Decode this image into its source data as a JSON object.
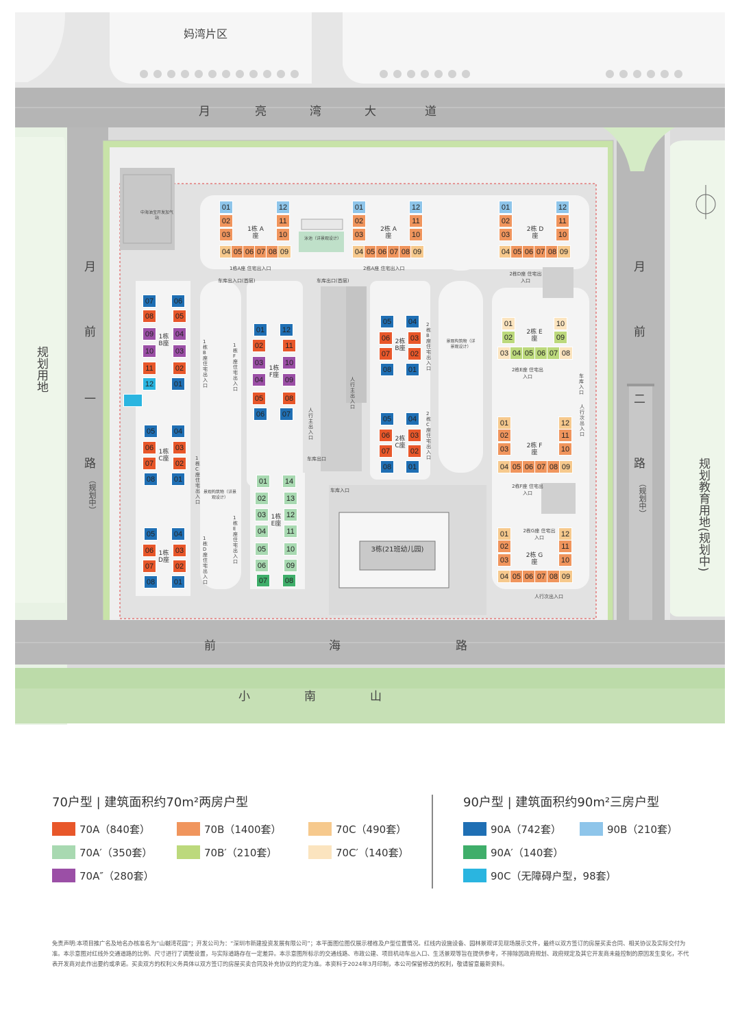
{
  "map": {
    "district_top": "妈湾片区",
    "road_top": [
      "月",
      "亮",
      "湾",
      "大",
      "道"
    ],
    "road_left": [
      "月",
      "前",
      "一",
      "路"
    ],
    "road_left_note": "（规划中）",
    "road_right": [
      "月",
      "前",
      "二",
      "路"
    ],
    "road_right_note": "（规划中）",
    "road_bottom": [
      "前",
      "海",
      "路"
    ],
    "hill_bottom": [
      "小",
      "南",
      "山"
    ],
    "left_land": "规划用地",
    "right_land": "规划教育用地(规划中)",
    "kindergarten": "3栋(21班幼儿园)",
    "gas_station": "中海油宝开发加气站",
    "pool": "泳池（详景观设计）",
    "public_space_1": "景观构筑物（详景观设计）",
    "public_space_2": "景观构筑物（详景观设计）",
    "entrances": {
      "a1": "1栋A座 住宅出入口",
      "a2": "2栋A座 住宅出入口",
      "d2": "2栋D座 住宅出入口",
      "e2": "2栋E座 住宅出入口",
      "f2": "2栋F座 住宅出入口",
      "g2": "2栋G座 住宅出入口",
      "car1": "车库出入口(首层)",
      "car2": "车库出口(首层)",
      "car3": "车库出口",
      "car4": "车库入口",
      "car5": "车库入口",
      "ped1": "人行主出入口",
      "ped2": "人行主出入口",
      "ped3": "人行次出入口",
      "ped4": "人行次出入口",
      "b1": "1栋B座 住宅出入口",
      "c1": "1栋C座 住宅出入口",
      "d1": "1栋D座 住宅出入口",
      "e1": "1栋E座 住宅出入口",
      "f1": "1栋F座 住宅出入口",
      "b2": "2栋B座 住宅出入口",
      "c2": "2栋C座 住宅出入口"
    },
    "buildings": {
      "a1": "1栋 A座",
      "a2": "2栋 A座",
      "d2": "2栋 D座",
      "b1": "1栋 B座",
      "c1": "1栋 C座",
      "d1": "1栋 D座",
      "f1": "1栋 F座",
      "e1": "1栋 E座",
      "b2": "2栋 B座",
      "c2": "2栋 C座",
      "e2": "2栋 E座",
      "f2": "2栋 F座",
      "g2": "2栋 G座"
    }
  },
  "legend": {
    "group70_title": "70户型 | 建筑面积约70m²两房户型",
    "group90_title": "90户型 | 建筑面积约90m²三房户型",
    "items70": [
      {
        "label": "70A（840套）",
        "color": "#e8572a"
      },
      {
        "label": "70B（1400套）",
        "color": "#f0955d"
      },
      {
        "label": "70C（490套）",
        "color": "#f6c98d"
      },
      {
        "label": "70A′（350套）",
        "color": "#a8d9b1"
      },
      {
        "label": "70B′（210套）",
        "color": "#bcd97c"
      },
      {
        "label": "70C′（140套）",
        "color": "#fbe4bf"
      },
      {
        "label": "70A″（280套）",
        "color": "#9b4fa6"
      }
    ],
    "items90": [
      {
        "label": "90A（742套）",
        "color": "#1f6fb4"
      },
      {
        "label": "90B（210套）",
        "color": "#8ec5ea"
      },
      {
        "label": "90A′（140套）",
        "color": "#3fae6a"
      },
      {
        "label": "90C（无障碍户型，98套）",
        "color": "#2ab5e0"
      }
    ]
  },
  "disclaimer": "免责声明:本项目推广名及地名办核准名为“山樾湾花园”；开发公司为：“深圳市新建投资发展有限公司”；本平面图位图仅展示楼栋及户型位置情况。红线内设施设备、园林景观详见现场展示文件，最终以双方签订的房屋买卖合同、相关协议及实际交付为准。本示意图对红线外交通道路的比例、尺寸进行了调整设置，与实际道路存在一定差异。本示意图所标示的交通线路、市政公建、项目机动车出入口、生活景观等旨在提供参考，不排除因政府规划、政府规定及其它开发商未能控制的原因发生变化，不代表开发商对此作出要约或承诺。买卖双方的权利义务具体以双方签订的房屋买卖合同及补充协议的约定为准。本资料于2024年3月印制，本公司保留修改的权利，敬请留意最新资料。"
}
